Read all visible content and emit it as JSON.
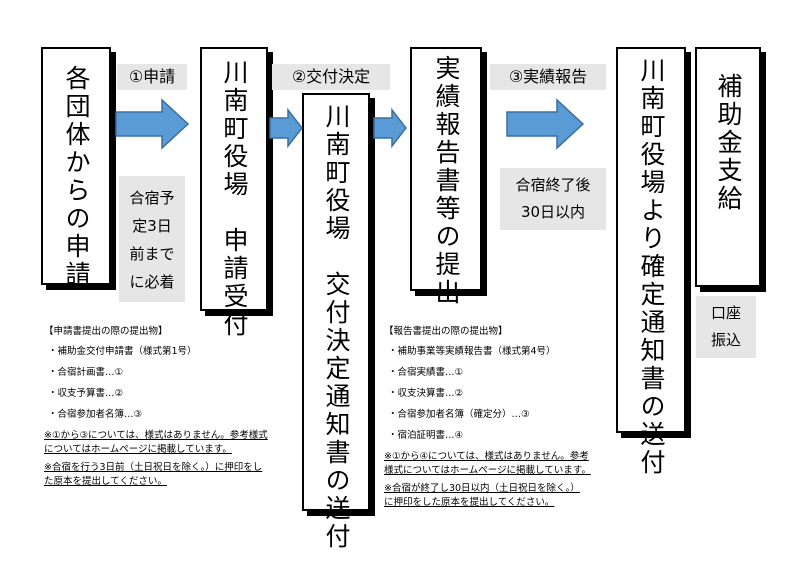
{
  "boxes": {
    "b1": "各団体からの申請",
    "b2": "川南町役場　申請受付",
    "b3": "川南町役場　交付決定通知書の送付",
    "b4": "実績報告書等の提出",
    "b5": "川南町役場より確定通知書の送付",
    "b6": "補助金支給"
  },
  "labels": {
    "step1": "①申請",
    "step2": "②交付決定",
    "step3": "③実績報告"
  },
  "notes": {
    "deadline_lines": [
      "合宿予",
      "定3日",
      "前まで",
      "に必着"
    ],
    "completion_lines": [
      "合宿終了後",
      "30日以内"
    ],
    "payment_lines": [
      "口座",
      "振込"
    ]
  },
  "application_docs": {
    "heading": "【申請書提出の際の提出物】",
    "items": [
      "・補助金交付申請書（様式第1号）",
      "・合宿計画書…①",
      "・収支予算書…②",
      "・合宿参加者名簿…③"
    ],
    "note1_lines": [
      "※①から③については、様式はありません。参考様式",
      "についてはホームページに掲載しています。"
    ],
    "note2_lines": [
      "※合宿を行う3日前（土日祝日を除く。）に押印をし",
      "た原本を提出してください。"
    ]
  },
  "report_docs": {
    "heading": "【報告書提出の際の提出物】",
    "items": [
      "・補助事業等実績報告書（様式第4号）",
      "・合宿実績書…①",
      "・収支決算書…②",
      "・合宿参加者名簿（確定分）…③",
      "・宿泊証明書…④"
    ],
    "note1_lines": [
      "※①から④については、様式はありません。参考",
      "様式についてはホームページに掲載しています。"
    ],
    "note2_lines": [
      "※合宿が終了し30日以内（土日祝日を除く。）",
      "に押印をした原本を提出してください。"
    ]
  },
  "colors": {
    "arrow": "#5b9bd5",
    "arrow_border": "#3a6fa0",
    "label_bg": "#e6e6e6"
  }
}
